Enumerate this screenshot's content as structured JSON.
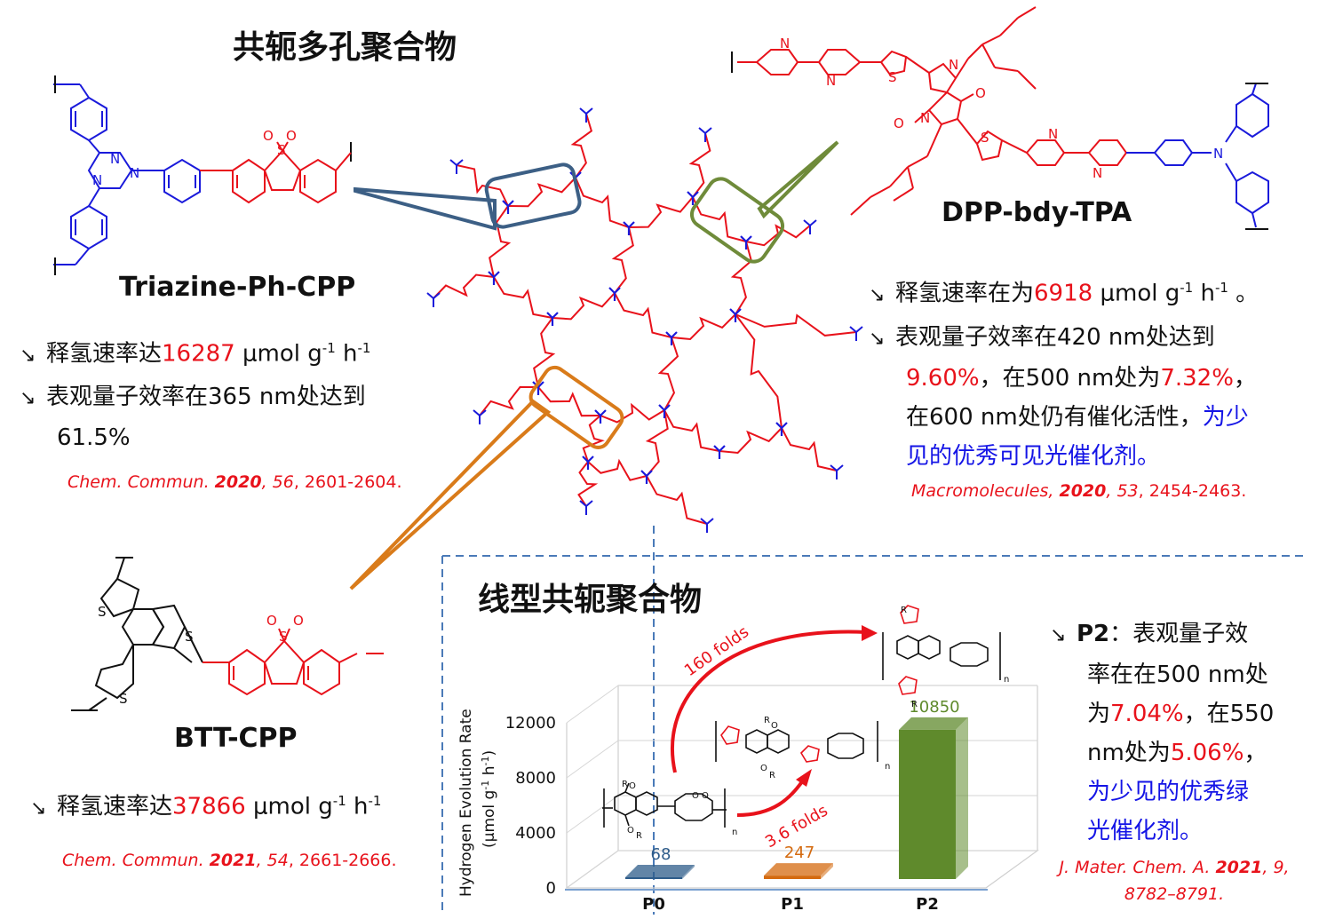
{
  "section_titles": {
    "porous": "共轭多孔聚合物",
    "linear": "线型共轭聚合物"
  },
  "molecules": {
    "triazine": {
      "name": "Triazine-Ph-CPP",
      "b1_pre": "释氢速率达",
      "b1_val": "16287",
      "b1_unit": " μmol g",
      "b1_sup1": "-1",
      "b1_h": " h",
      "b1_sup2": "-1",
      "b2_text": "表观量子效率在365 nm处达到",
      "b2_text2": "61.5%",
      "ref_journal": "Chem. Commun.",
      "ref_year": "2020",
      "ref_vol": "56",
      "ref_pages": ", 2601-2604."
    },
    "dpp": {
      "name": "DPP-bdy-TPA",
      "b1_pre": "释氢速率在为",
      "b1_val": "6918",
      "b1_unit": " μmol g",
      "b1_sup1": "-1",
      "b1_h": " h",
      "b1_sup2": "-1",
      "b1_end": " 。",
      "b2_l1": "表观量子效率在420 nm处达到",
      "b2_l2_val": "9.60%",
      "b2_l2_mid": "，在500 nm处为",
      "b2_l2_val2": "7.32%",
      "b2_l2_end": "，",
      "b2_l3_black": "在600 nm处仍有催化活性，",
      "b2_l3_blue": "为少",
      "b2_l4_blue": "见的优秀可见光催化剂。",
      "ref_journal": "Macromolecules",
      "ref_year": "2020",
      "ref_vol": "53",
      "ref_pages": ", 2454-2463."
    },
    "btt": {
      "name": "BTT-CPP",
      "b1_pre": "释氢速率达",
      "b1_val": "37866",
      "b1_unit": " μmol g",
      "b1_sup1": "-1",
      "b1_h": " h",
      "b1_sup2": "-1",
      "ref_journal": "Chem. Commun.",
      "ref_year": "2021",
      "ref_vol": "54",
      "ref_pages": ", 2661-2666."
    },
    "p2": {
      "name": "P2",
      "l1_rest": "：表观量子效",
      "l2": "率在在500 nm处",
      "l3_pre": "为",
      "l3_val": "7.04%",
      "l3_end": "，在550",
      "l4_pre": "nm处为",
      "l4_val": "5.06%",
      "l4_end": "，",
      "l5_blue": "为少见的优秀绿",
      "l6_blue": "光催化剂。",
      "ref_l1_journal": "J. Mater. Chem. A.",
      "ref_l1_year": "2021",
      "ref_l1_vol": "9,",
      "ref_l2": "8782–8791."
    }
  },
  "atom_labels": {
    "N": "N",
    "O": "O",
    "S": "S",
    "R": "R",
    "n": "n"
  },
  "chart_data": {
    "type": "bar",
    "categories": [
      "P0",
      "P1",
      "P2"
    ],
    "values": [
      68,
      247,
      10850
    ],
    "value_labels": [
      "68",
      "247",
      "10850"
    ],
    "colors": [
      "#2e5c8a",
      "#d46a0f",
      "#5f8a2c"
    ],
    "ylabel": "Hydrogen Evolution Rate",
    "ylabel2": "(μmol g",
    "ylabel2_sup": "-1",
    "ylabel2_mid": " h",
    "ylabel2_end": ")",
    "yticks": [
      "0",
      "4000",
      "8000",
      "12000"
    ],
    "ylim": [
      0,
      12000
    ],
    "grid": true,
    "annotations": {
      "fold1": "3.6 folds",
      "fold2": "160 folds"
    }
  }
}
